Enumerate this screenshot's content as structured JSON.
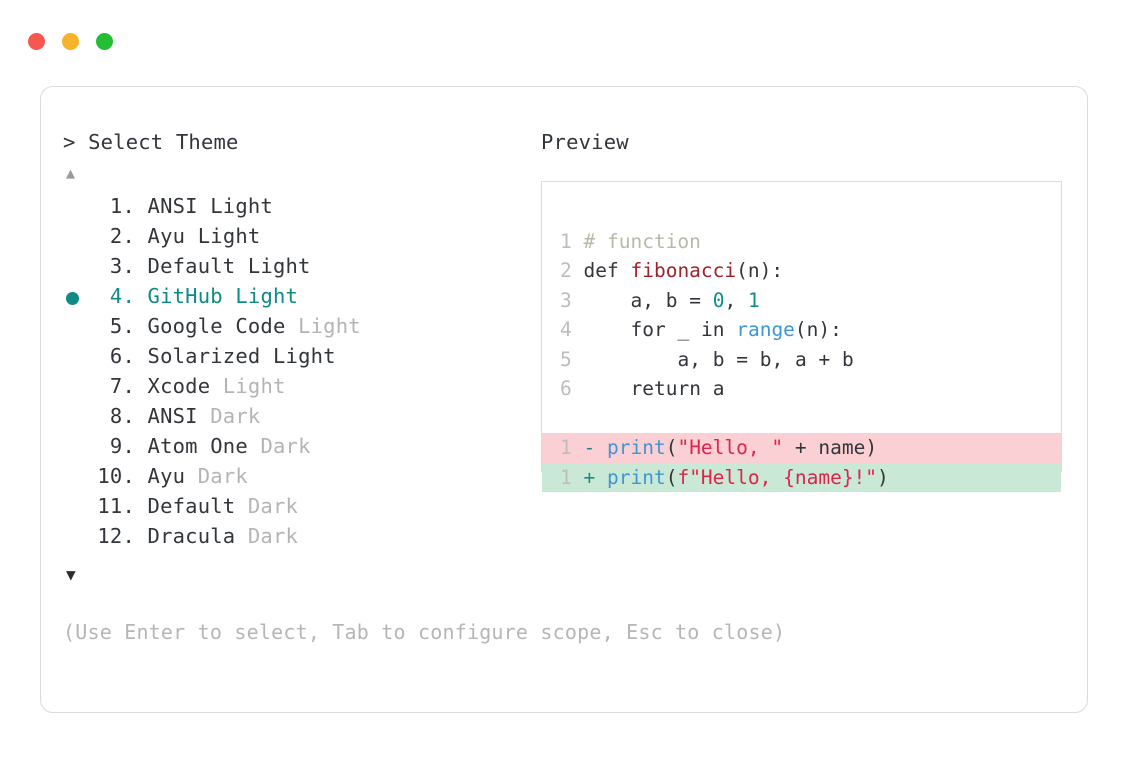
{
  "window": {
    "traffic_lights": [
      {
        "name": "close-button",
        "color": "#f6584f"
      },
      {
        "name": "minimize-button",
        "color": "#f5b32b"
      },
      {
        "name": "maximize-button",
        "color": "#24bd34"
      }
    ]
  },
  "colors": {
    "accent_teal": "#0f8a85",
    "text": "#32363b",
    "muted": "#b4b4b4",
    "hint": "#b6b6b6",
    "border": "#dcdcdc",
    "diff_del_bg": "#fbd0d4",
    "diff_add_bg": "#c9e9d6"
  },
  "prompt": {
    "symbol": ">",
    "label": "Select Theme",
    "full": "> Select Theme"
  },
  "scroll": {
    "up_arrow": "▲",
    "down_arrow": "▼"
  },
  "theme_list": {
    "selected_index": 4,
    "selected_marker": "●",
    "items": [
      {
        "index": "1.",
        "name": "ANSI",
        "suffix": "Light",
        "suffix_muted": false,
        "selected": false
      },
      {
        "index": "2.",
        "name": "Ayu",
        "suffix": "Light",
        "suffix_muted": false,
        "selected": false
      },
      {
        "index": "3.",
        "name": "Default",
        "suffix": "Light",
        "suffix_muted": false,
        "selected": false
      },
      {
        "index": "4.",
        "name": "GitHub",
        "suffix": "Light",
        "suffix_muted": false,
        "selected": true
      },
      {
        "index": "5.",
        "name": "Google Code",
        "suffix": "Light",
        "suffix_muted": true,
        "selected": false
      },
      {
        "index": "6.",
        "name": "Solarized",
        "suffix": "Light",
        "suffix_muted": false,
        "selected": false
      },
      {
        "index": "7.",
        "name": "Xcode",
        "suffix": "Light",
        "suffix_muted": true,
        "selected": false
      },
      {
        "index": "8.",
        "name": "ANSI",
        "suffix": "Dark",
        "suffix_muted": true,
        "selected": false
      },
      {
        "index": "9.",
        "name": "Atom One",
        "suffix": "Dark",
        "suffix_muted": true,
        "selected": false
      },
      {
        "index": "10.",
        "name": "Ayu",
        "suffix": "Dark",
        "suffix_muted": true,
        "selected": false
      },
      {
        "index": "11.",
        "name": "Default",
        "suffix": "Dark",
        "suffix_muted": true,
        "selected": false
      },
      {
        "index": "12.",
        "name": "Dracula",
        "suffix": "Dark",
        "suffix_muted": true,
        "selected": false
      }
    ]
  },
  "hint": {
    "text": "(Use Enter to select, Tab to configure scope, Esc to close)"
  },
  "preview": {
    "label": "Preview",
    "code_lines": [
      {
        "no": "1",
        "text": "# function"
      },
      {
        "no": "2",
        "text": "def fibonacci(n):"
      },
      {
        "no": "3",
        "text": "    a, b = 0, 1"
      },
      {
        "no": "4",
        "text": "    for _ in range(n):"
      },
      {
        "no": "5",
        "text": "        a, b = b, a + b"
      },
      {
        "no": "6",
        "text": "    return a"
      }
    ],
    "diff": [
      {
        "no": "1",
        "sign": "-",
        "text": "print(\"Hello, \" + name)",
        "kind": "deletion"
      },
      {
        "no": "1",
        "sign": "+",
        "text": "print(f\"Hello, {name}!\")",
        "kind": "addition"
      }
    ]
  }
}
